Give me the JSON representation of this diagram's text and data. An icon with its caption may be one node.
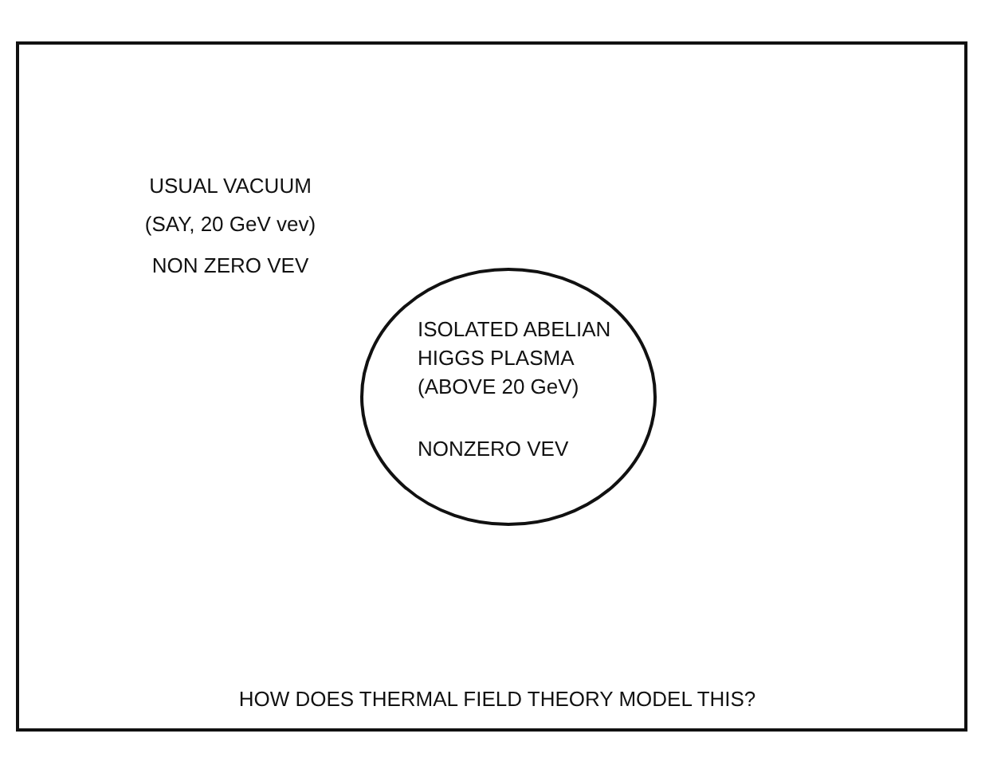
{
  "diagram": {
    "nodes": [
      {
        "text": [
          "USUAL VACUUM",
          "(SAY, 20 GeV vev)",
          "NON ZERO VEV",
          "HOW DOES THERMAL FIELD THEORY MODEL THIS?"
        ]
      },
      {
        "text": [
          "ISOLATED ABELIAN HIGGS PLASMA (ABOVE 20 GeV)",
          "NONZERO VEV"
        ],
        "in": 0
      }
    ]
  }
}
